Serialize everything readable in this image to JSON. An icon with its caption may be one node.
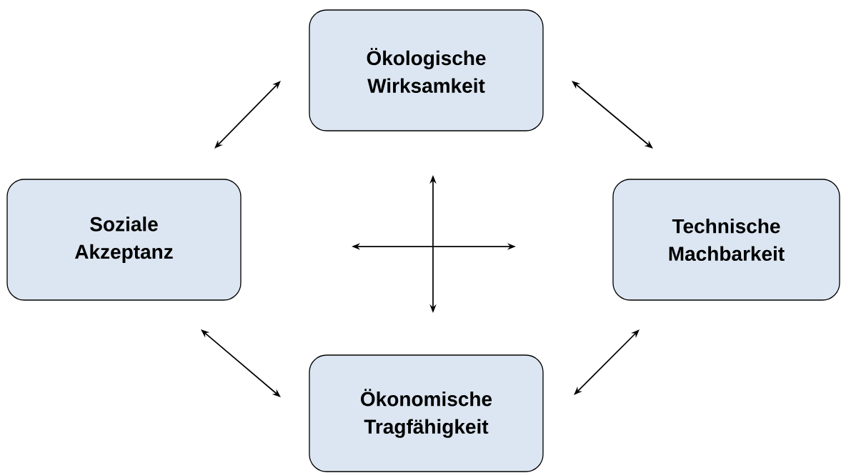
{
  "diagram": {
    "nodes": [
      {
        "text": [
          "Ökologische Wirksamkeit"
        ]
      },
      {
        "text": [
          "Soziale Akzeptanz"
        ]
      },
      {
        "text": [
          "Technische Machbarkeit"
        ]
      },
      {
        "text": [
          "Ökonomische Tragfähigkeit"
        ]
      }
    ],
    "edges": [
      {
        "from": 1,
        "to": 0,
        "arrow": "both"
      },
      {
        "from": 0,
        "to": 2,
        "arrow": "both"
      },
      {
        "from": 1,
        "to": 3,
        "arrow": "both"
      },
      {
        "from": 3,
        "to": 2,
        "arrow": "both"
      }
    ]
  }
}
